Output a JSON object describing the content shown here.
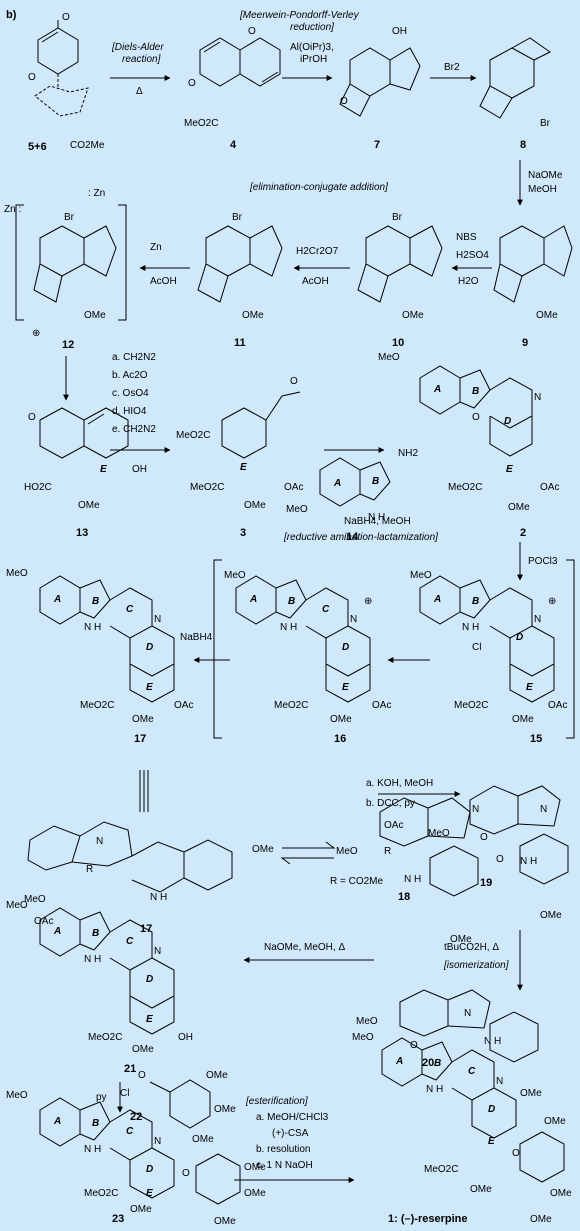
{
  "panel_label": "b)",
  "compounds": {
    "c56": "5+6",
    "c4": "4",
    "c7": "7",
    "c8": "8",
    "c9": "9",
    "c10": "10",
    "c11": "11",
    "c12": "12",
    "c13": "13",
    "c3": "3",
    "c14": "14",
    "c2": "2",
    "c15": "15",
    "c16": "16",
    "c17a": "17",
    "c17b": "17",
    "c18": "18",
    "c19": "19",
    "c20": "20",
    "c21": "21",
    "c22": "22",
    "c23": "23",
    "c1": "1: (–)-reserpine"
  },
  "steps": {
    "s1": {
      "note1": "[Diels-Alder",
      "note2": "reaction]",
      "cond": "Δ"
    },
    "s2": {
      "note1": "[Meerwein-Pondorff-Verley",
      "note2": "reduction]",
      "cond1": "Al(OiPr)3,",
      "cond2": "iPrOH"
    },
    "s3": {
      "cond": "Br2"
    },
    "s4": {
      "note": "[elimination-conjugate addition]",
      "cond1": "NaOMe",
      "cond2": "MeOH"
    },
    "s5": {
      "cond1": "NBS",
      "cond2": "H2SO4",
      "cond3": "H2O"
    },
    "s6": {
      "cond1": "H2Cr2O7",
      "cond2": "AcOH"
    },
    "s7": {
      "cond1": "Zn",
      "cond2": "AcOH"
    },
    "s8": {
      "a": "a. CH2N2",
      "b": "b. Ac2O",
      "c": "c. OsO4",
      "d": "d. HIO4",
      "e": "e. CH2N2"
    },
    "s9": {
      "cond": "NaBH4, MeOH",
      "note": "[reductive amination-lactamization]"
    },
    "s10": {
      "cond": "POCl3"
    },
    "s11": {
      "cond": "NaBH4"
    },
    "s12": {
      "a": "a. KOH, MeOH",
      "b": "b. DCC, py"
    },
    "s13": {
      "cond": "tBuCO2H, Δ",
      "note": "[isomerization]"
    },
    "s14": {
      "cond": "NaOMe, MeOH, Δ"
    },
    "s15": {
      "cond": "py",
      "note": "[esterification]"
    },
    "s16": {
      "a": "a. MeOH/CHCl3",
      "a2": "(+)-CSA",
      "b": "b. resolution",
      "c": "c. 1 N NaOH"
    }
  },
  "groups": {
    "ome": "OMe",
    "meo": "MeO",
    "co2me": "CO2Me",
    "meo2c": "MeO2C",
    "ho2c": "HO2C",
    "oac": "OAc",
    "oh": "OH",
    "h": "H",
    "br": "Br",
    "o": "O",
    "n": "N",
    "hn": "NH2",
    "zn": ": Zn",
    "zn2": "Zn :",
    "cl": "Cl",
    "r": "R",
    "req": "R = CO2Me",
    "nh": "N H",
    "plus": "⊕"
  },
  "rings": {
    "A": "A",
    "B": "B",
    "C": "C",
    "D": "D",
    "E": "E"
  }
}
